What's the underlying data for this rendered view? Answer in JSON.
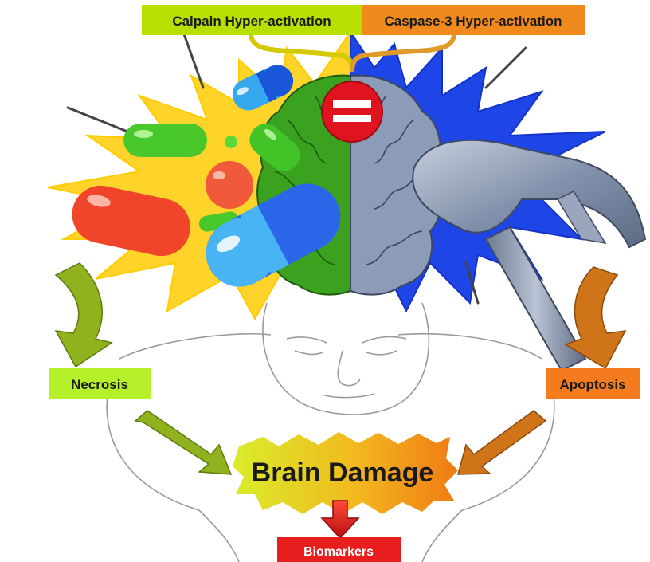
{
  "labels": {
    "calpain": "Calpain Hyper-activation",
    "caspase": "Caspase-3 Hyper-activation",
    "necrosis": "Necrosis",
    "apoptosis": "Apoptosis",
    "brain_damage": "Brain Damage",
    "biomarkers": "Biomarkers"
  },
  "colors": {
    "calpain_bg": "#b7e000",
    "caspase_bg": "#f08a1c",
    "necrosis_bg": "#b6f02a",
    "apoptosis_bg": "#f47c1e",
    "biomarkers_bg": "#e81e1e",
    "burst_yellow": "#ffd42a",
    "burst_blue": "#1e46e6",
    "brain_green": "#3aa21e",
    "brain_gray": "#8c9bb8",
    "equal_red": "#e0141e",
    "arrow_green": "#8fb21e",
    "arrow_orange": "#d0741a"
  },
  "icons": [
    "pill-icon",
    "hammer-icon",
    "equal-sign-icon",
    "brain-icon",
    "head-outline-icon"
  ]
}
